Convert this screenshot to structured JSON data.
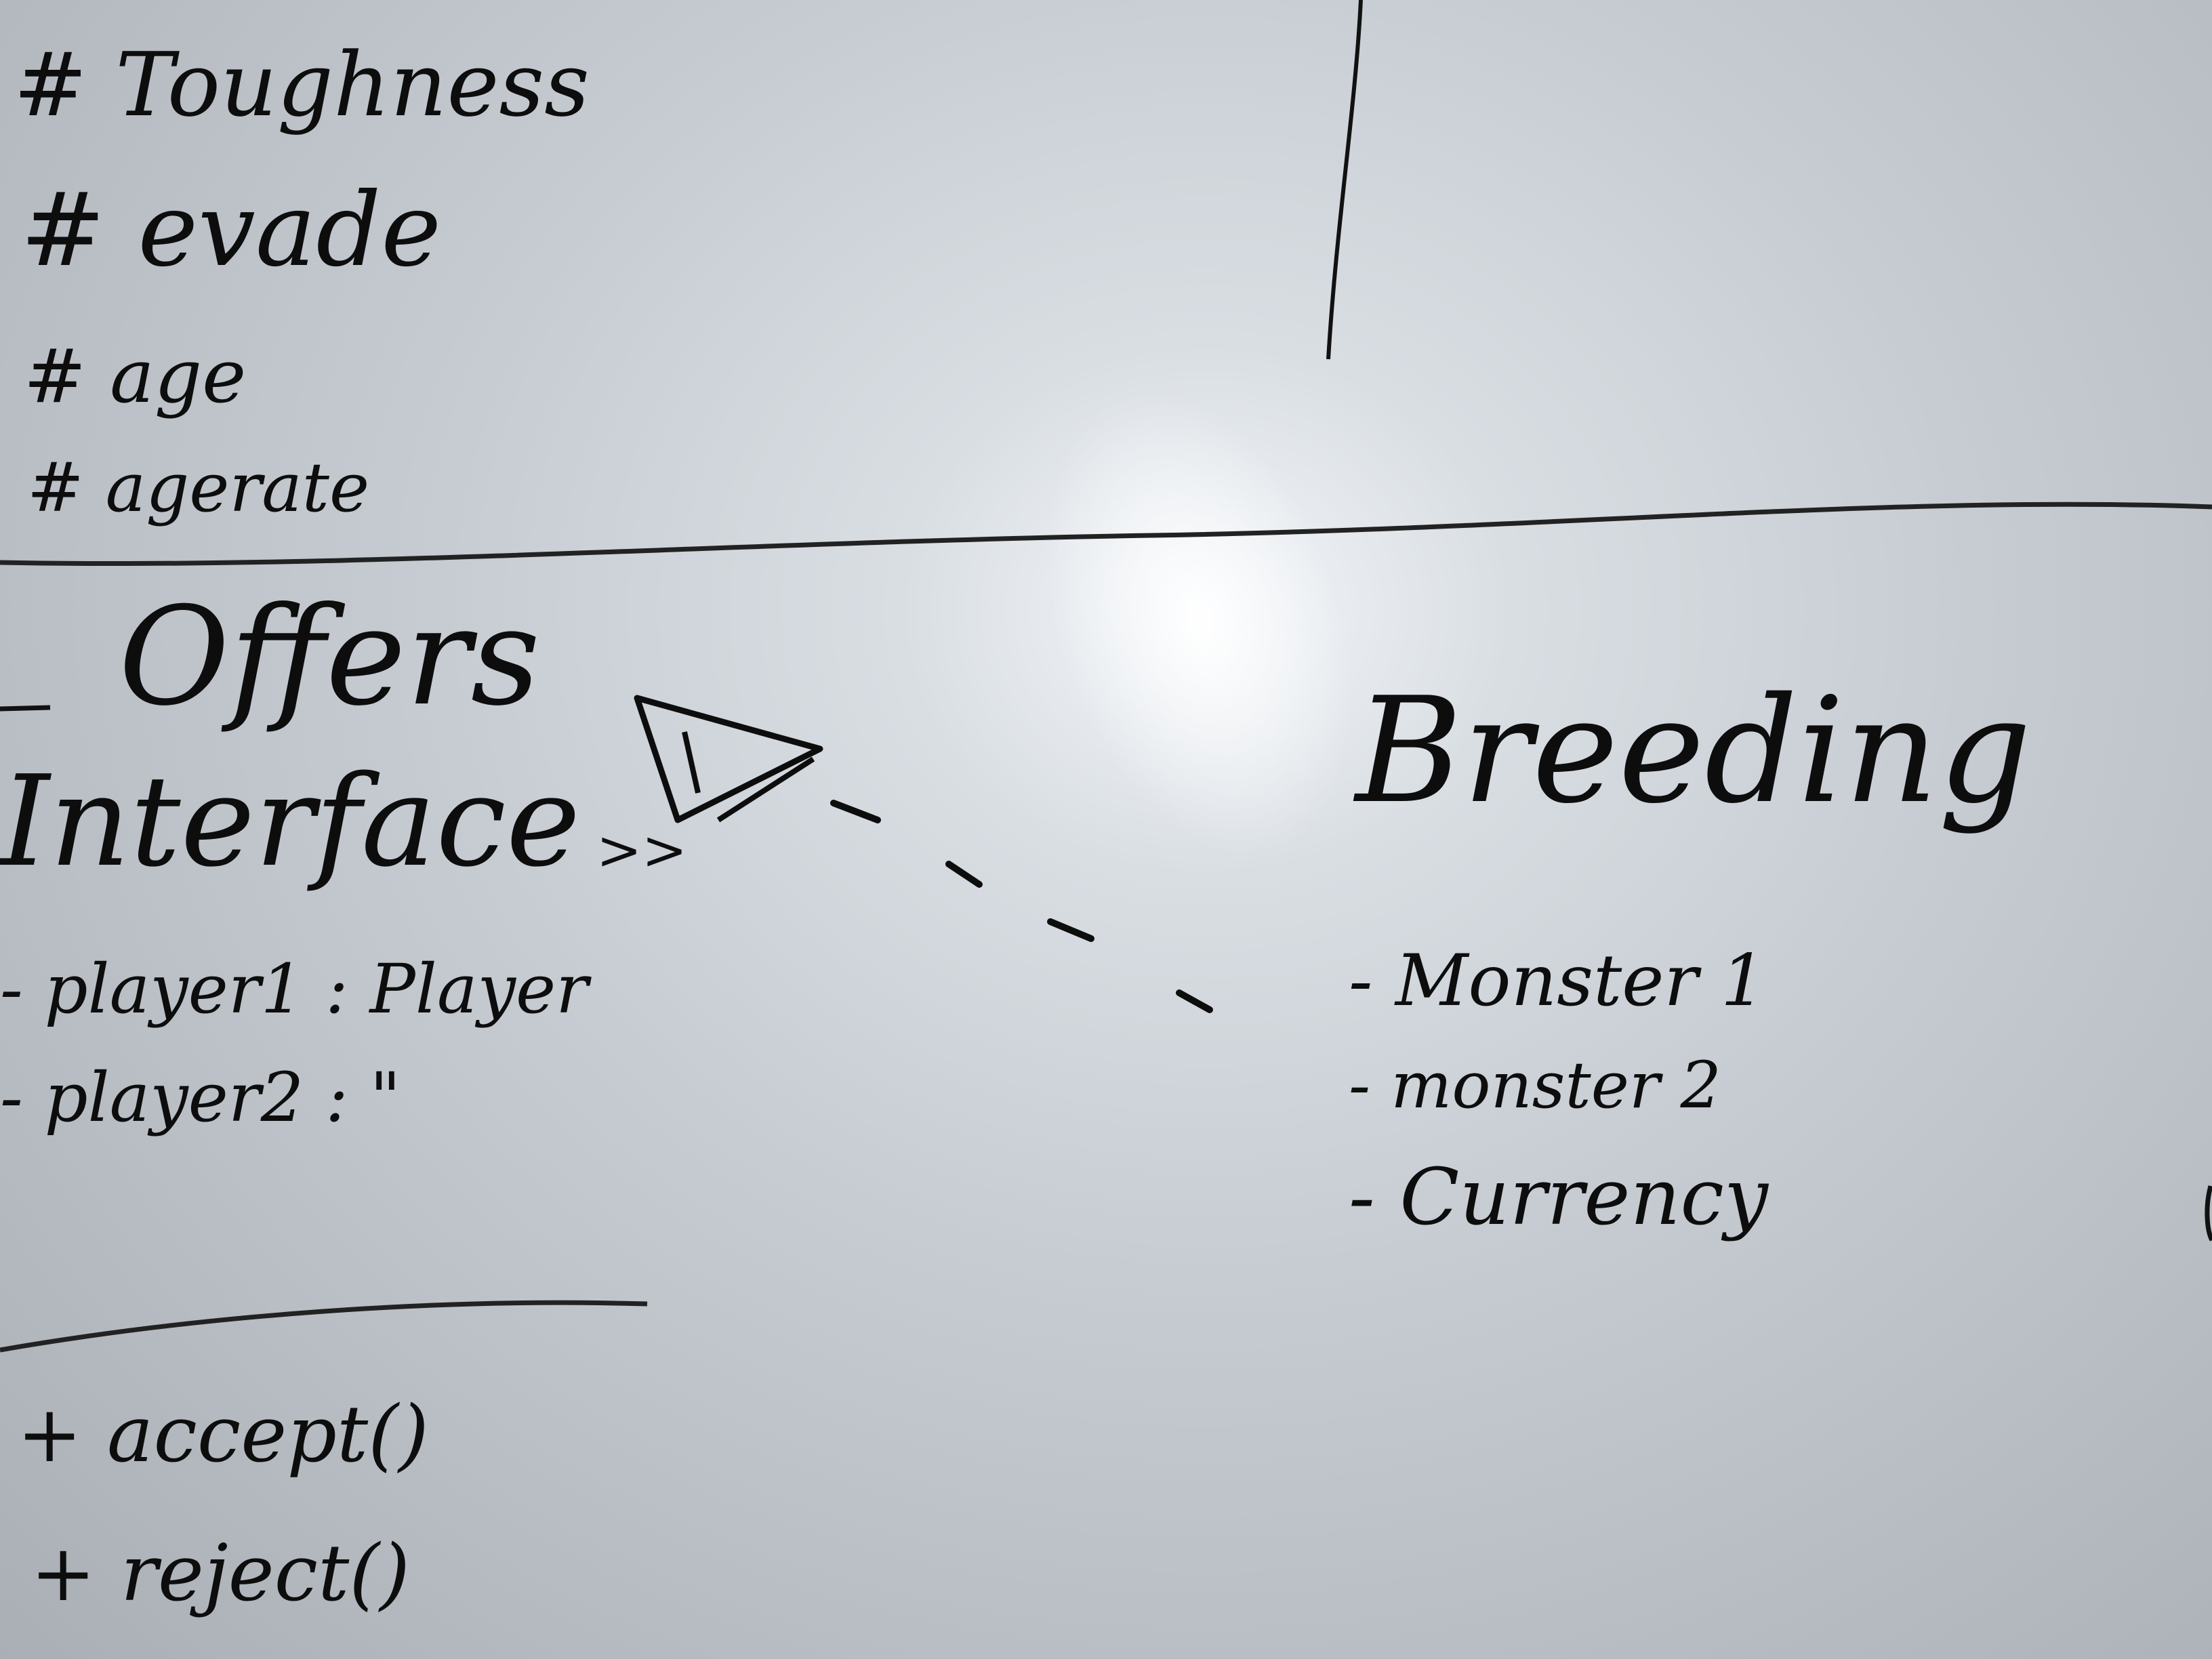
{
  "upper_class": {
    "attributes": [
      "# Toughness",
      "# evade",
      "# age",
      "# agerate"
    ]
  },
  "offers_class": {
    "name": "Offers",
    "stereotype": "Interface",
    "stereotype_mark": ">>",
    "attributes": [
      "- player1 : Player",
      "- player2 : \""
    ],
    "methods": [
      "+ accept()",
      "+ reject()"
    ]
  },
  "breeding_class": {
    "name": "Breeding",
    "attributes": [
      "- Monster 1",
      "- monster 2",
      "- Currency"
    ]
  },
  "relationship": {
    "type": "realization",
    "line_style": "dashed",
    "arrowhead": "hollow-triangle"
  },
  "colors": {
    "ink": "#0d0d0d",
    "board": "#c6ccd2"
  }
}
